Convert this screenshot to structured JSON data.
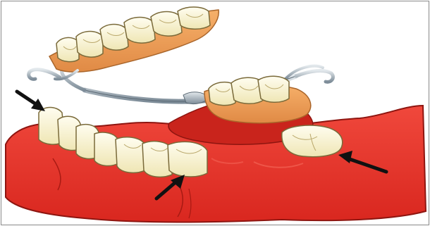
{
  "illustration": {
    "subject": "removable-partial-denture-illustration",
    "colors": {
      "gum": "#e8332a",
      "gum_dark": "#b81d16",
      "gum_light": "#f25a4d",
      "tooth": "#fbf6d6",
      "tooth_shadow": "#d8cfa0",
      "denture_base": "#f0a05a",
      "denture_base_dark": "#c97a38",
      "metal": "#8a9aa8",
      "metal_light": "#d4dde4",
      "arrow": "#111111"
    },
    "arrows": [
      {
        "name": "arrow-left-abutment"
      },
      {
        "name": "arrow-bottom-abutment"
      },
      {
        "name": "arrow-right-abutment"
      }
    ]
  }
}
